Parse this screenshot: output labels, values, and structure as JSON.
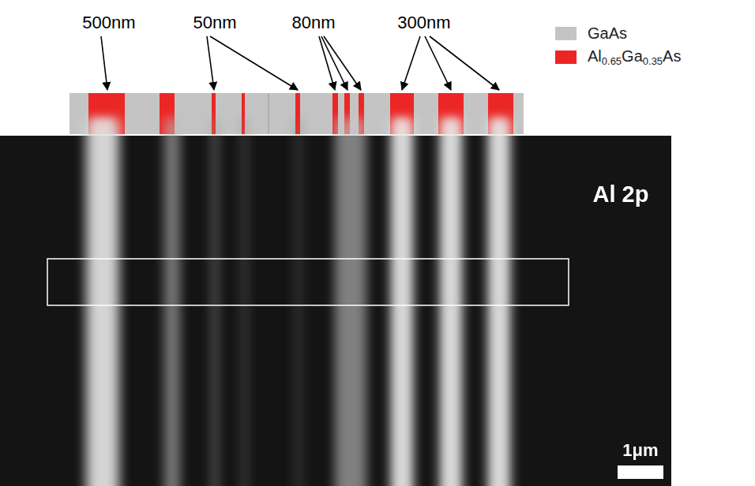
{
  "diagram": {
    "labels": [
      "500nm",
      "50nm",
      "80nm",
      "300nm",
      "Al 2p",
      "1μm"
    ],
    "legend": [
      {
        "text": "GaAs",
        "color": "#c4c4c4"
      },
      {
        "text": "Al0.65Ga0.35As",
        "color": "#ec2624"
      }
    ]
  }
}
